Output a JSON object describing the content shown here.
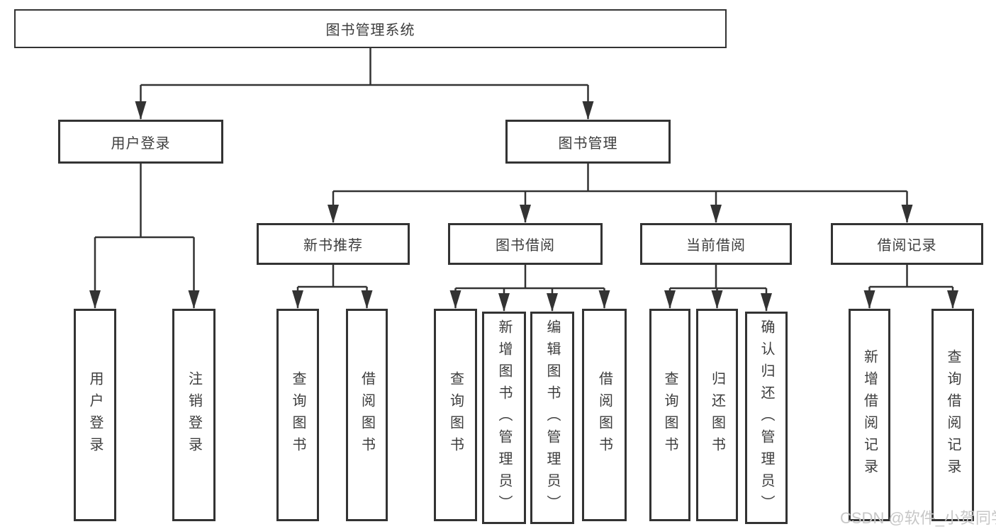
{
  "diagram_title": "图书管理系统",
  "tree": {
    "root": {
      "label": "图书管理系统"
    },
    "level2": [
      {
        "label": "用户登录"
      },
      {
        "label": "图书管理"
      }
    ],
    "level3": [
      {
        "label": "新书推荐",
        "parent": "图书管理"
      },
      {
        "label": "图书借阅",
        "parent": "图书管理"
      },
      {
        "label": "当前借阅",
        "parent": "图书管理"
      },
      {
        "label": "借阅记录",
        "parent": "图书管理"
      }
    ],
    "leaves": [
      {
        "label": "用户登录",
        "parent": "用户登录"
      },
      {
        "label": "注销登录",
        "parent": "用户登录"
      },
      {
        "label": "查询图书",
        "parent": "新书推荐"
      },
      {
        "label": "借阅图书",
        "parent": "新书推荐"
      },
      {
        "label": "查询图书",
        "parent": "图书借阅"
      },
      {
        "label": "新增图书（管理员）",
        "parent": "图书借阅"
      },
      {
        "label": "编辑图书（管理员）",
        "parent": "图书借阅"
      },
      {
        "label": "借阅图书",
        "parent": "图书借阅"
      },
      {
        "label": "查询图书",
        "parent": "当前借阅"
      },
      {
        "label": "归还图书",
        "parent": "当前借阅"
      },
      {
        "label": "确认归还（管理员）",
        "parent": "当前借阅"
      },
      {
        "label": "新增借阅记录",
        "parent": "借阅记录"
      },
      {
        "label": "查询借阅记录",
        "parent": "借阅记录"
      }
    ]
  },
  "watermark": "CSDN @软件_小贺同学",
  "colors": {
    "line": "#333333",
    "box_border": "#333333",
    "box_fill": "#ffffff",
    "text": "#3d3d3d",
    "watermark": "#c7c7c7"
  }
}
